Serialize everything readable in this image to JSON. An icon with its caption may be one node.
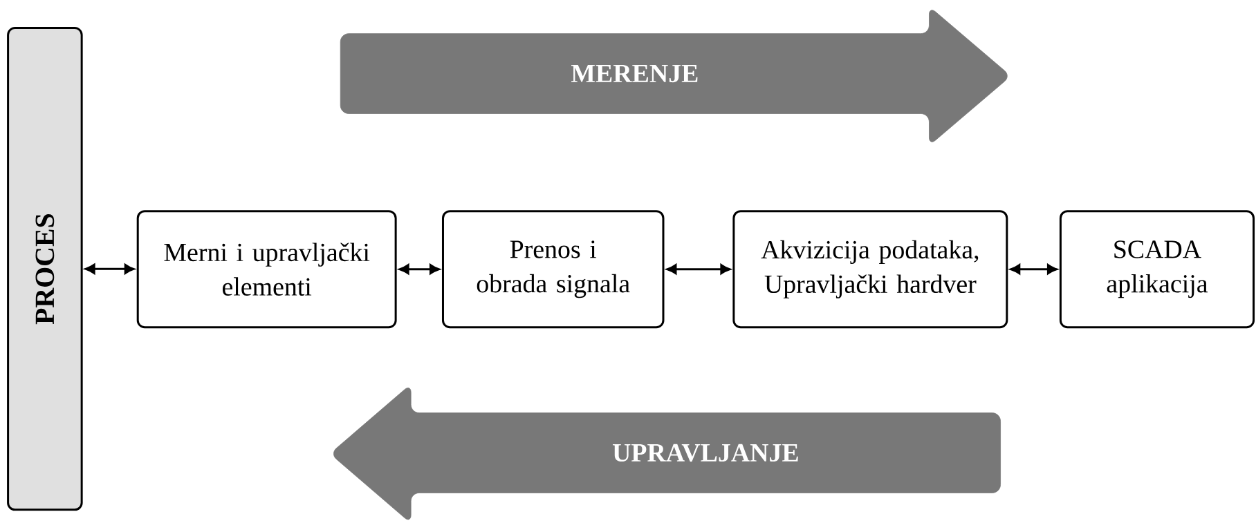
{
  "diagram": {
    "nodes": [
      {
        "text": [
          "PROCES"
        ]
      },
      {
        "text": [
          "MERENJE"
        ]
      },
      {
        "text": [
          "Merni i upravljački elementi"
        ]
      },
      {
        "text": [
          "Prenos i obrada signala"
        ]
      },
      {
        "text": [
          "Akvizicija podataka, Upravljački hardver"
        ]
      },
      {
        "text": [
          "SCADA aplikacija"
        ]
      },
      {
        "text": [
          "UPRAVLJANJE"
        ]
      }
    ],
    "edges": [
      {
        "from": 0,
        "to": 2,
        "arrow": "both"
      },
      {
        "from": 2,
        "to": 3,
        "arrow": "both"
      },
      {
        "from": 3,
        "to": 4,
        "arrow": "both"
      },
      {
        "from": 4,
        "to": 5,
        "arrow": "both"
      }
    ]
  }
}
